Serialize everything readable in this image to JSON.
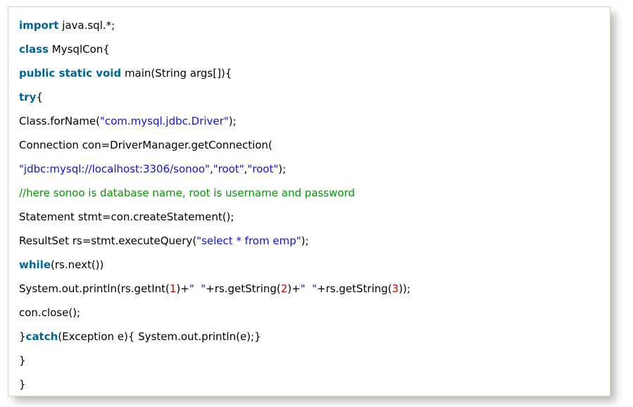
{
  "colors": {
    "keyword": "#006699",
    "string": "#1212dd",
    "comment": "#009900",
    "number": "#cc0000",
    "plain": "#000000",
    "border": "#d3d4c0",
    "bg": "#ffffff"
  },
  "code_block": {
    "language": "java",
    "lines": [
      {
        "tokens": [
          {
            "type": "keyword",
            "text": "import"
          },
          {
            "type": "plain",
            "text": " java.sql.*;"
          }
        ]
      },
      {
        "tokens": [
          {
            "type": "keyword",
            "text": "class"
          },
          {
            "type": "plain",
            "text": " MysqlCon{"
          }
        ]
      },
      {
        "tokens": [
          {
            "type": "keyword",
            "text": "public static void"
          },
          {
            "type": "plain",
            "text": " main(String args[]){"
          }
        ]
      },
      {
        "tokens": [
          {
            "type": "keyword",
            "text": "try"
          },
          {
            "type": "plain",
            "text": "{"
          }
        ]
      },
      {
        "tokens": [
          {
            "type": "plain",
            "text": "Class.forName("
          },
          {
            "type": "string",
            "text": "\"com.mysql.jdbc.Driver\""
          },
          {
            "type": "plain",
            "text": ");"
          }
        ]
      },
      {
        "tokens": [
          {
            "type": "plain",
            "text": "Connection con=DriverManager.getConnection("
          }
        ]
      },
      {
        "tokens": [
          {
            "type": "string",
            "text": "\"jdbc:mysql://localhost:3306/sonoo\""
          },
          {
            "type": "plain",
            "text": ","
          },
          {
            "type": "string",
            "text": "\"root\""
          },
          {
            "type": "plain",
            "text": ","
          },
          {
            "type": "string",
            "text": "\"root\""
          },
          {
            "type": "plain",
            "text": ");"
          }
        ]
      },
      {
        "tokens": [
          {
            "type": "comment",
            "text": "//here sonoo is database name, root is username and password"
          }
        ]
      },
      {
        "tokens": [
          {
            "type": "plain",
            "text": "Statement stmt=con.createStatement();"
          }
        ]
      },
      {
        "tokens": [
          {
            "type": "plain",
            "text": "ResultSet rs=stmt.executeQuery("
          },
          {
            "type": "string",
            "text": "\"select * from emp\""
          },
          {
            "type": "plain",
            "text": ");"
          }
        ]
      },
      {
        "tokens": [
          {
            "type": "keyword",
            "text": "while"
          },
          {
            "type": "plain",
            "text": "(rs.next())"
          }
        ]
      },
      {
        "tokens": [
          {
            "type": "plain",
            "text": "System.out.println(rs.getInt("
          },
          {
            "type": "number",
            "text": "1"
          },
          {
            "type": "plain",
            "text": ")+"
          },
          {
            "type": "string",
            "text": "\"  \""
          },
          {
            "type": "plain",
            "text": "+rs.getString("
          },
          {
            "type": "number",
            "text": "2"
          },
          {
            "type": "plain",
            "text": ")+"
          },
          {
            "type": "string",
            "text": "\"  \""
          },
          {
            "type": "plain",
            "text": "+rs.getString("
          },
          {
            "type": "number",
            "text": "3"
          },
          {
            "type": "plain",
            "text": "));"
          }
        ]
      },
      {
        "tokens": [
          {
            "type": "plain",
            "text": "con.close();"
          }
        ]
      },
      {
        "tokens": [
          {
            "type": "plain",
            "text": "}"
          },
          {
            "type": "keyword",
            "text": "catch"
          },
          {
            "type": "plain",
            "text": "(Exception e){ System.out.println(e);}"
          }
        ]
      },
      {
        "tokens": [
          {
            "type": "plain",
            "text": "}"
          }
        ]
      },
      {
        "tokens": [
          {
            "type": "plain",
            "text": "}"
          }
        ]
      }
    ]
  }
}
